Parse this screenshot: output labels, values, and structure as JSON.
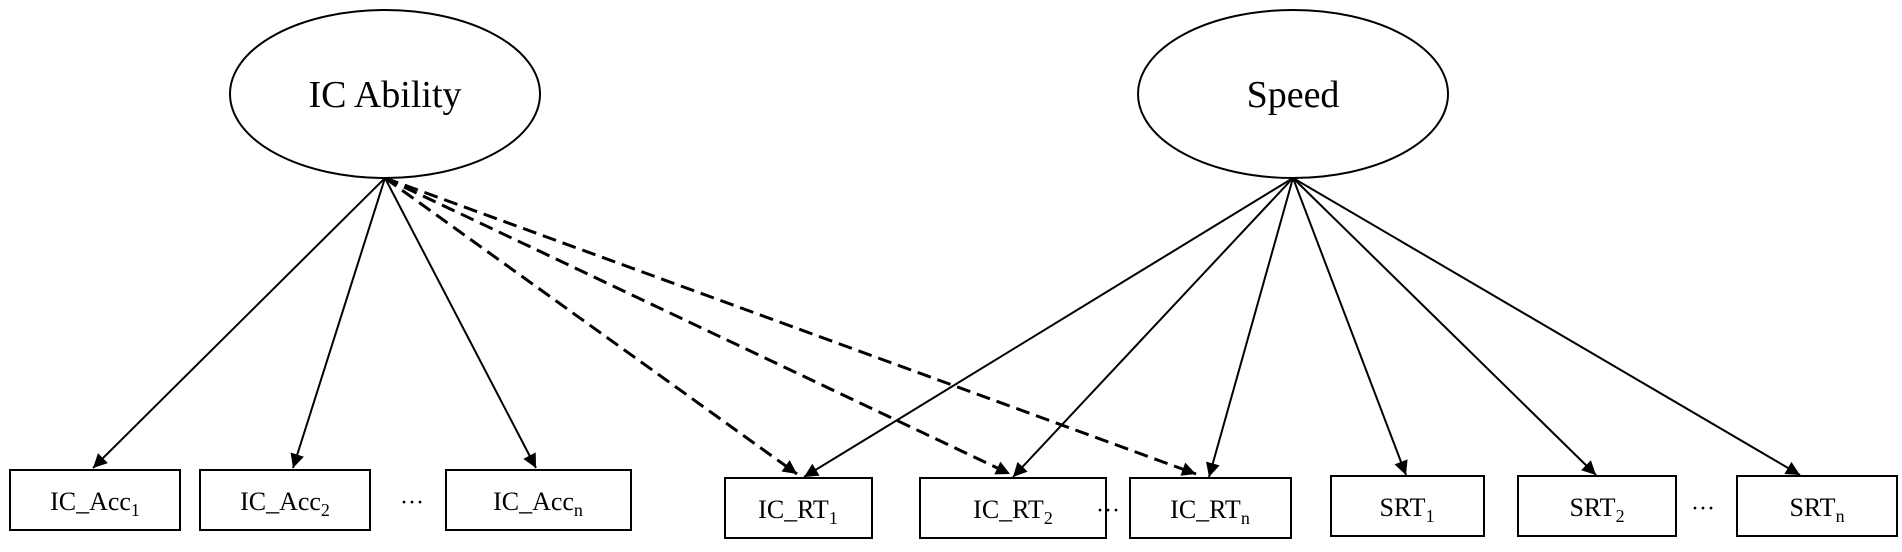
{
  "latents": {
    "ic_ability": {
      "label": "IC Ability"
    },
    "speed": {
      "label": "Speed"
    }
  },
  "indicators": {
    "ic_acc_1": {
      "base": "IC_Acc",
      "sub": "1"
    },
    "ic_acc_2": {
      "base": "IC_Acc",
      "sub": "2"
    },
    "ic_acc_n": {
      "base": "IC_Acc",
      "sub": "n"
    },
    "ic_rt_1": {
      "base": "IC_RT",
      "sub": "1"
    },
    "ic_rt_2": {
      "base": "IC_RT",
      "sub": "2"
    },
    "ic_rt_n": {
      "base": "IC_RT",
      "sub": "n"
    },
    "srt_1": {
      "base": "SRT",
      "sub": "1"
    },
    "srt_2": {
      "base": "SRT",
      "sub": "2"
    },
    "srt_n": {
      "base": "SRT",
      "sub": "n"
    }
  },
  "ellipsis": "···",
  "stroke_color": "#000000",
  "background_color": "#ffffff"
}
